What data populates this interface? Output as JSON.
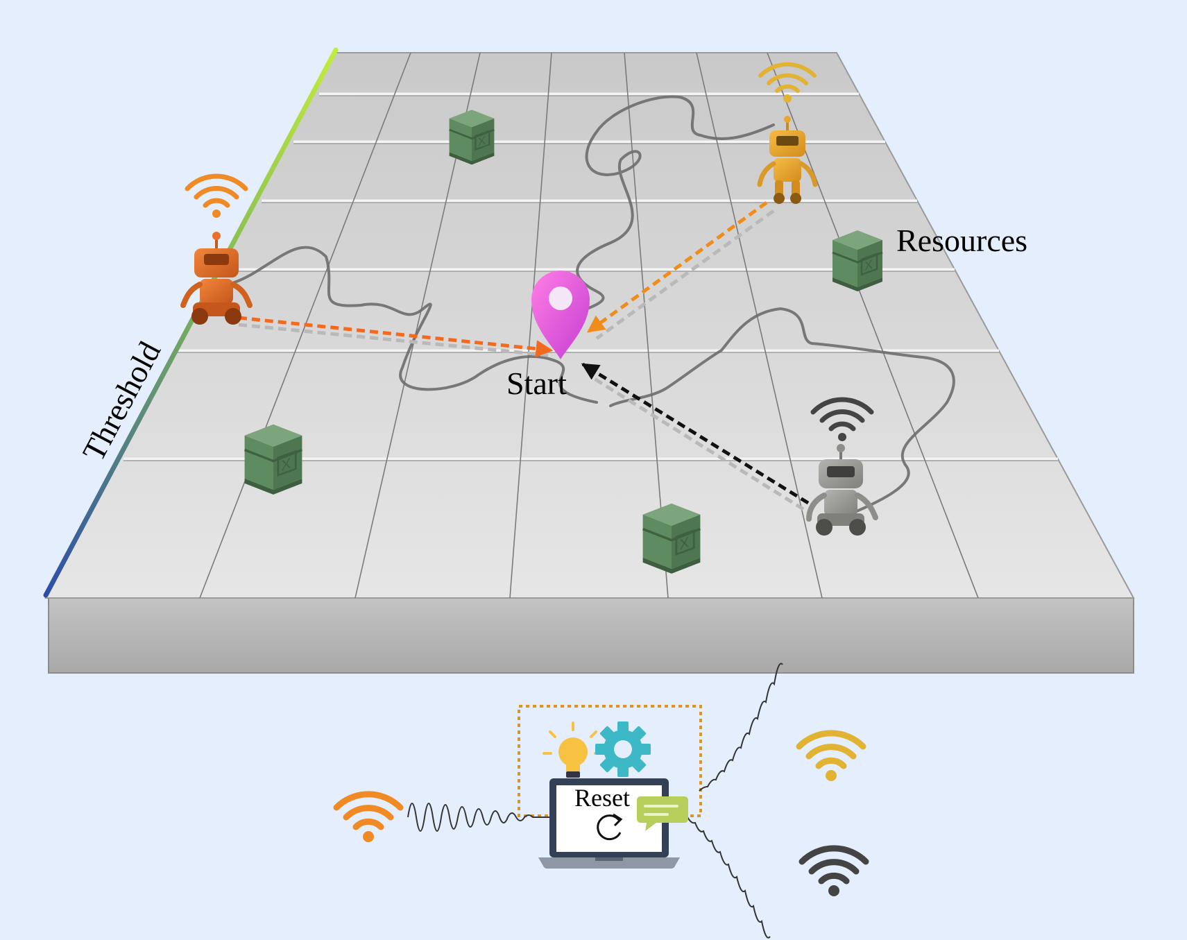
{
  "labels": {
    "threshold": "Threshold",
    "start": "Start",
    "resources": "Resources",
    "reset": "Reset"
  },
  "colors": {
    "background": "#e4eefc",
    "robot_orange": "#e8702a",
    "robot_yellow": "#e9a62c",
    "robot_gray": "#8d8d8a",
    "crate": "#5d8a5f",
    "start_pin": "#e45adf",
    "signal_orange": "#f08a24",
    "signal_yellow": "#e2b232",
    "signal_dark": "#444444",
    "gear": "#3cb8c6",
    "bulb": "#f7c242",
    "chat": "#b7cf5a",
    "threshold_top": "#b8e63c",
    "threshold_bottom": "#2b4fa6"
  },
  "icons": {
    "start": "map-pin-icon",
    "resource": "crate-icon",
    "signal": "wifi-icon",
    "reset": "refresh-icon",
    "settings": "gear-icon",
    "idea": "lightbulb-icon",
    "message": "chat-bubble-icon",
    "computer": "laptop-icon"
  }
}
